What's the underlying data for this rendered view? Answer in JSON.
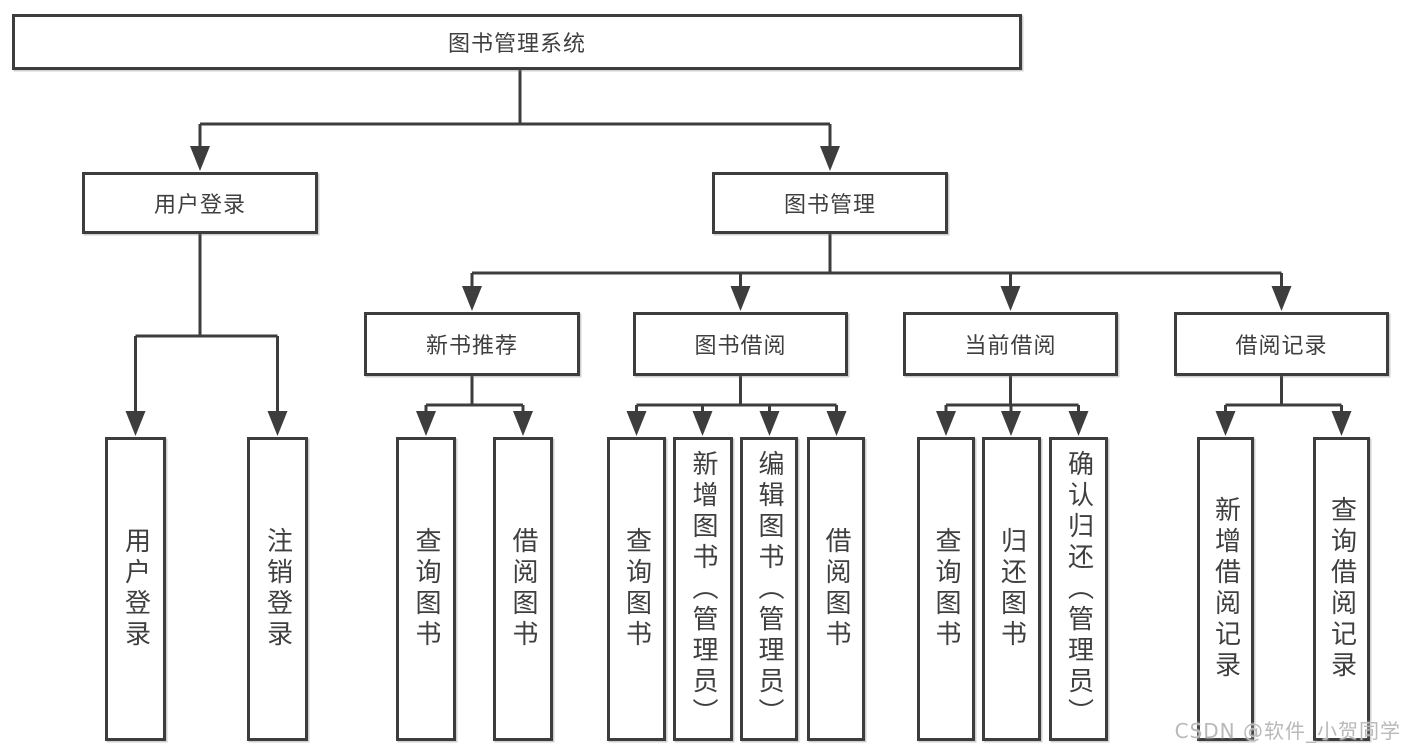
{
  "diagram": {
    "title": "图书管理系统",
    "watermark": "CSDN @软件_小贺同学",
    "colors": {
      "line": "#3d3d3d",
      "text": "#3f3f3f",
      "box_bg": "#ffffff",
      "watermark": "#b9b9b9",
      "bg": "#ffffff"
    },
    "nodes": {
      "root": "图书管理系统",
      "user_login_branch": "用户登录",
      "book_management": "图书管理",
      "new_book_recommend": "新书推荐",
      "book_borrow": "图书借阅",
      "current_borrow": "当前借阅",
      "borrow_records": "借阅记录",
      "leaf_user_login": "用户登录",
      "leaf_logout": "注销登录",
      "leaf_nb_query_books": "查询图书",
      "leaf_nb_borrow_books": "借阅图书",
      "leaf_bb_query_books": "查询图书",
      "leaf_bb_add_books": "新增图书（管理员）",
      "leaf_bb_edit_books": "编辑图书（管理员）",
      "leaf_bb_borrow_books": "借阅图书",
      "leaf_cb_query_books": "查询图书",
      "leaf_cb_return_books": "归还图书",
      "leaf_cb_confirm_return": "确认归还（管理员）",
      "leaf_br_add_record": "新增借阅记录",
      "leaf_br_query_record": "查询借阅记录"
    },
    "hierarchy": {
      "图书管理系统": {
        "用户登录": [
          "用户登录",
          "注销登录"
        ],
        "图书管理": {
          "新书推荐": [
            "查询图书",
            "借阅图书"
          ],
          "图书借阅": [
            "查询图书",
            "新增图书（管理员）",
            "编辑图书（管理员）",
            "借阅图书"
          ],
          "当前借阅": [
            "查询图书",
            "归还图书",
            "确认归还（管理员）"
          ],
          "借阅记录": [
            "新增借阅记录",
            "查询借阅记录"
          ]
        }
      }
    }
  }
}
